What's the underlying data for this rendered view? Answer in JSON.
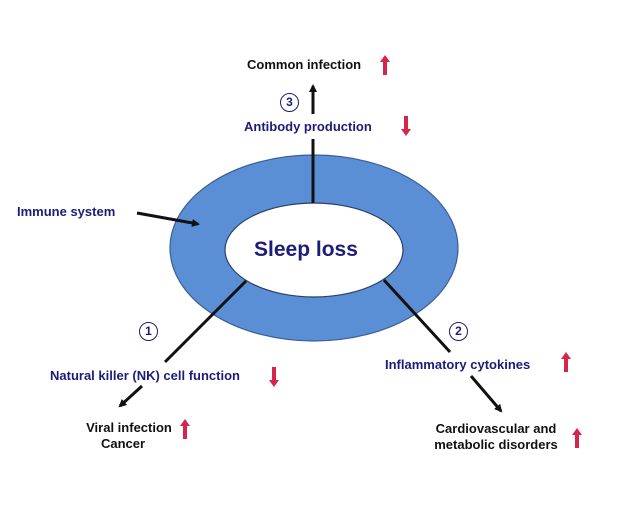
{
  "center": {
    "label": "Sleep loss"
  },
  "ring": {
    "label": "Immune system",
    "fill": "#5a8fd6",
    "stroke": "#3a5f95"
  },
  "colors": {
    "navy": "#1c1c7a",
    "black": "#111111",
    "red_arrow": "#d6254a"
  },
  "pathways": [
    {
      "number": "3",
      "mediator": "Antibody production",
      "mediator_trend": "down",
      "outcome_lines": [
        "Common infection"
      ],
      "outcome_trend": "up"
    },
    {
      "number": "1",
      "mediator": "Natural killer (NK) cell function",
      "mediator_trend": "down",
      "outcome_lines": [
        "Viral infection",
        "Cancer"
      ],
      "outcome_trend": "up"
    },
    {
      "number": "2",
      "mediator": "Inflammatory cytokines",
      "mediator_trend": "up",
      "outcome_lines": [
        "Cardiovascular and",
        "metabolic disorders"
      ],
      "outcome_trend": "up"
    }
  ],
  "icons": {
    "trend_up": "red-up-arrow",
    "trend_down": "red-down-arrow",
    "number_marker": "circled-number"
  }
}
